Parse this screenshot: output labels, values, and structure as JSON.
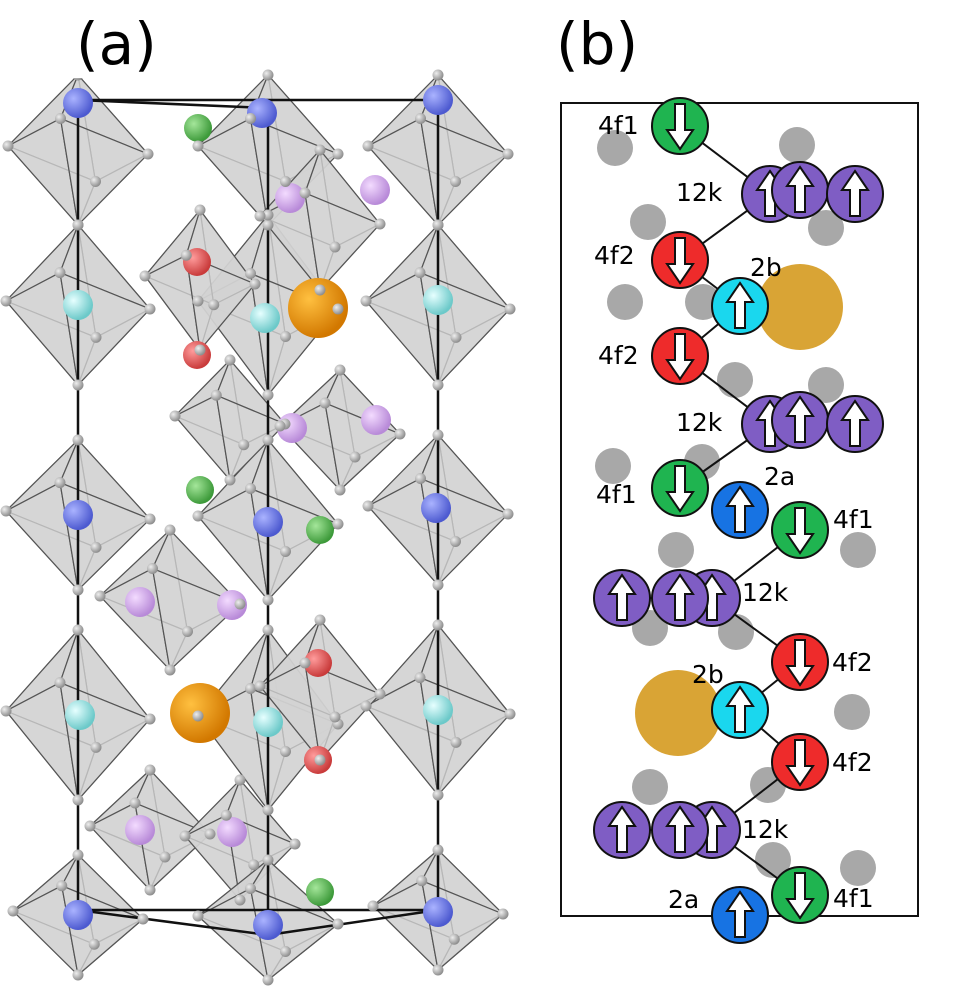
{
  "panels": {
    "a": {
      "label": "(a)"
    },
    "b": {
      "label": "(b)"
    }
  },
  "colors": {
    "site_4f1": "#1fb450",
    "site_4f2": "#ee2b2b",
    "site_12k": "#7f5dc4",
    "site_2a": "#1773e3",
    "site_2b": "#1ad7ee",
    "sr_atom": "#d9a435",
    "oxygen_atom": "#a8a8a8",
    "octahedron_fill": "#c9c9c9"
  },
  "spin_labels": {
    "l_4f1_top": "4f1",
    "l_12k_1": "12k",
    "l_4f2_1": "4f2",
    "l_2b_1": "2b",
    "l_4f2_2": "4f2",
    "l_12k_2": "12k",
    "l_4f1_2": "4f1",
    "l_2a_1": "2a",
    "l_4f1_3": "4f1",
    "l_12k_3": "12k",
    "l_2b_2": "2b",
    "l_4f2_3": "4f2",
    "l_4f2_4": "4f2",
    "l_12k_4": "12k",
    "l_2a_2": "2a",
    "l_4f1_4": "4f1"
  },
  "spins": [
    {
      "site": "4f1",
      "dir": "down"
    },
    {
      "site": "12k",
      "dir": "up"
    },
    {
      "site": "12k",
      "dir": "up"
    },
    {
      "site": "12k",
      "dir": "up"
    },
    {
      "site": "4f2",
      "dir": "down"
    },
    {
      "site": "2b",
      "dir": "up"
    },
    {
      "site": "4f2",
      "dir": "down"
    },
    {
      "site": "12k",
      "dir": "up"
    },
    {
      "site": "12k",
      "dir": "up"
    },
    {
      "site": "12k",
      "dir": "up"
    },
    {
      "site": "4f1",
      "dir": "down"
    },
    {
      "site": "2a",
      "dir": "up"
    },
    {
      "site": "4f1",
      "dir": "down"
    },
    {
      "site": "12k",
      "dir": "up"
    },
    {
      "site": "12k",
      "dir": "up"
    },
    {
      "site": "12k",
      "dir": "up"
    },
    {
      "site": "4f2",
      "dir": "down"
    },
    {
      "site": "2b",
      "dir": "up"
    },
    {
      "site": "4f2",
      "dir": "down"
    },
    {
      "site": "12k",
      "dir": "up"
    },
    {
      "site": "12k",
      "dir": "up"
    },
    {
      "site": "12k",
      "dir": "up"
    },
    {
      "site": "2a",
      "dir": "up"
    },
    {
      "site": "4f1",
      "dir": "down"
    }
  ]
}
